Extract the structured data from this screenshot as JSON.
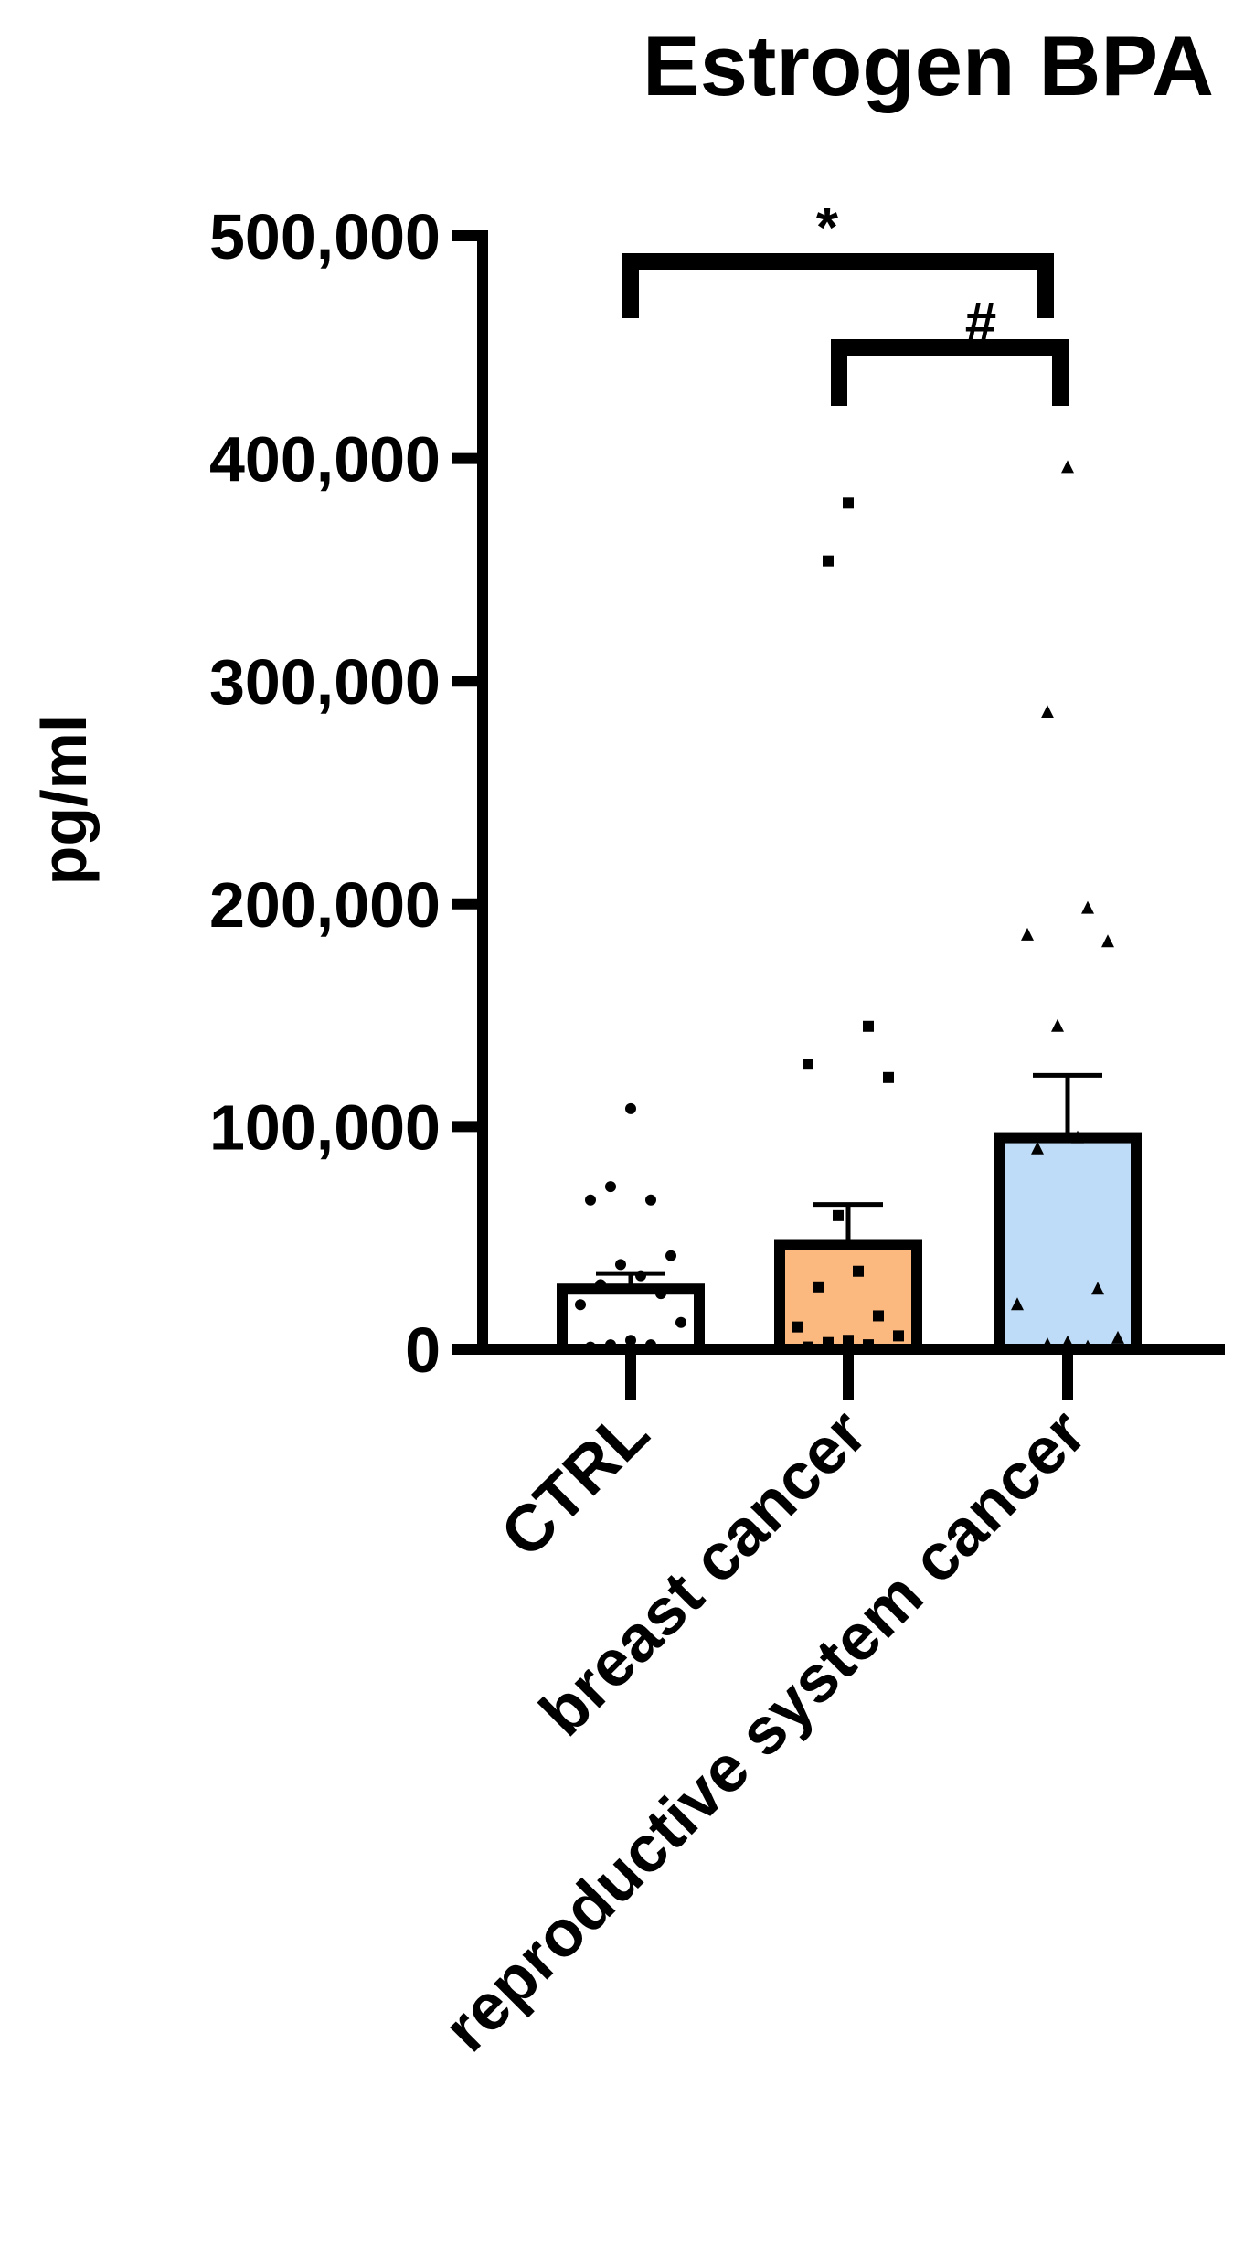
{
  "chart_data": {
    "type": "bar",
    "title": "Estrogen BPA",
    "ylabel": "pg/ml",
    "xlabel": "",
    "ylim": [
      0,
      500000
    ],
    "yticks": [
      0,
      100000,
      200000,
      300000,
      400000,
      500000
    ],
    "ytick_labels": [
      "0",
      "100,000",
      "200,000",
      "300,000",
      "400,000",
      "500,000"
    ],
    "categories": [
      "CTRL",
      "breast cancer",
      "reproductive system cancer"
    ],
    "means": [
      27000,
      47000,
      95000
    ],
    "sem": [
      7000,
      18000,
      28000
    ],
    "bar_colors": [
      "#ffffff",
      "#fbb97f",
      "#bedcf7"
    ],
    "markers": [
      "circle",
      "square",
      "triangle"
    ],
    "points": [
      [
        108000,
        73000,
        67000,
        67000,
        42000,
        38000,
        33000,
        29000,
        25000,
        20000,
        12000,
        4000,
        2000,
        2000,
        1000
      ],
      [
        380000,
        354000,
        145000,
        128000,
        122000,
        60000,
        35000,
        28000,
        15000,
        10000,
        6000,
        4000,
        3000,
        2000,
        1000
      ],
      [
        396000,
        286000,
        198000,
        186000,
        183000,
        145000,
        95000,
        90000,
        27000,
        20000,
        5000,
        3000,
        2000,
        1000
      ]
    ],
    "significance": [
      {
        "from": 0,
        "to": 2,
        "label": "*"
      },
      {
        "from": 1,
        "to": 2,
        "label": "#"
      }
    ],
    "grid": false,
    "legend": "none"
  }
}
